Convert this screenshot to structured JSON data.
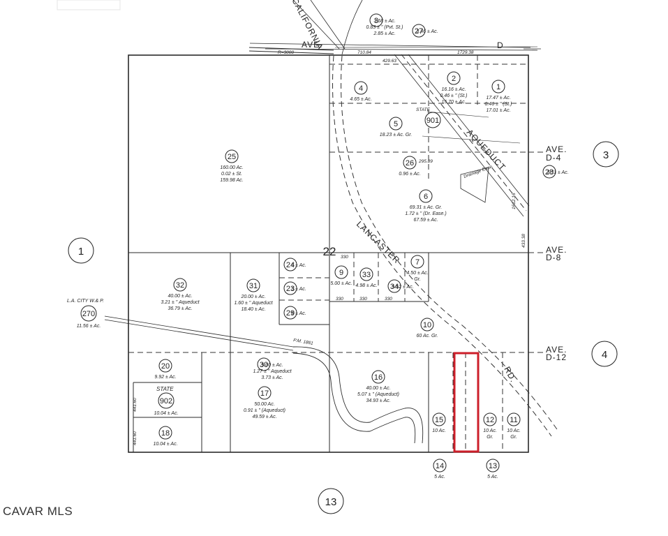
{
  "roads": {
    "california": "CALIFORNIA",
    "ave_d_left": "AVE.",
    "ave_d_right": "D",
    "aqueduct": "AQUEDUCT",
    "state_label": "STATE",
    "lancaster": "LANCASTER",
    "rd": "RD.",
    "ave_d4_ave": "AVE.",
    "ave_d4": "D-4",
    "ave_d8_ave": "AVE.",
    "ave_d8": "D-8",
    "ave_d12_ave": "AVE.",
    "ave_d12": "D-12",
    "r3000": "R=3000"
  },
  "section_number": "22",
  "adjacent_sections": {
    "north_east": "3",
    "west": "1",
    "south_east": "4",
    "south": "13"
  },
  "parcels": [
    {
      "num": "25",
      "lines": [
        "160.00 Ac.",
        "0.02 ± St.",
        "159.98 Ac."
      ]
    },
    {
      "num": "4",
      "lines": [
        "4.65 ± Ac."
      ]
    },
    {
      "num": "2",
      "lines": [
        "16.16 ± Ac.",
        "0.46 ± \" (St.)",
        "15.70 ± Ac."
      ]
    },
    {
      "num": "1",
      "lines": [
        "17.47 ± Ac.",
        "0.46 ± \" (St.)",
        "17.01 ± Ac."
      ]
    },
    {
      "num": "3",
      "lines": [
        "3.68 ± Ac.",
        "0.83 ± \" (Pvt. St.)",
        "2.85 ± Ac."
      ]
    },
    {
      "num": "27",
      "lines": [
        "3.46 ± Ac."
      ]
    },
    {
      "num": "5",
      "lines": [
        "18.23 ± Ac. Gr."
      ]
    },
    {
      "num": "901",
      "lines": []
    },
    {
      "num": "26",
      "lines": [
        "0.96 ± Ac."
      ]
    },
    {
      "num": "28",
      "lines": [
        "3.31 ± Ac."
      ]
    },
    {
      "num": "6",
      "lines": [
        "69.31 ± Ac. Gr.",
        "1.72 ± \" (Dr. Ease.)",
        "67.59 ± Ac."
      ]
    },
    {
      "num": "24",
      "lines": [
        "5 ± Ac."
      ]
    },
    {
      "num": "23",
      "lines": [
        "5 ± Ac."
      ]
    },
    {
      "num": "29",
      "lines": [
        "5 ± Ac."
      ]
    },
    {
      "num": "9",
      "lines": [
        "5.00 ± Ac."
      ]
    },
    {
      "num": "33",
      "lines": [
        "4.98 ± Ac."
      ]
    },
    {
      "num": "34",
      "lines": [
        "5.52 ± Ac."
      ]
    },
    {
      "num": "7",
      "lines": [
        "4.50 ± Ac.",
        "Gr."
      ]
    },
    {
      "num": "32",
      "lines": [
        "40.00 ± Ac.",
        "3.21 ± \" Aqueduct",
        "36.79 ± Ac."
      ]
    },
    {
      "num": "31",
      "lines": [
        "20.00 ± Ac.",
        "1.60 ± \" Aqueduct",
        "18.40 ± Ac."
      ]
    },
    {
      "num": "270",
      "lines": [
        "11.56 ± Ac."
      ]
    },
    {
      "num": "10",
      "lines": [
        "60 Ac. Gr."
      ]
    },
    {
      "num": "20",
      "lines": [
        "9.92 ± Ac."
      ]
    },
    {
      "num": "902",
      "lines": [
        "10.04 ± Ac."
      ]
    },
    {
      "num": "18",
      "lines": [
        "10.04 ± Ac."
      ]
    },
    {
      "num": "30",
      "lines": [
        "5.00 ± Ac.",
        "1.27 ± \" Aqueduct",
        "3.73 ± Ac."
      ]
    },
    {
      "num": "17",
      "lines": [
        "50.00 Ac.",
        "0.91 ± \" (Aqueduct)",
        "49.59 ± Ac."
      ]
    },
    {
      "num": "16",
      "lines": [
        "40.00 ± Ac.",
        "5.07 ± \" (Aqueduct)",
        "34.93 ± Ac."
      ]
    },
    {
      "num": "15",
      "lines": [
        "10 Ac."
      ]
    },
    {
      "num": "12",
      "lines": [
        "10 Ac.",
        "Gr."
      ]
    },
    {
      "num": "11",
      "lines": [
        "10 Ac.",
        "Gr."
      ]
    },
    {
      "num": "14",
      "lines": [
        "5 Ac."
      ]
    },
    {
      "num": "13",
      "lines": [
        "5 Ac."
      ]
    }
  ],
  "labels": {
    "la_city": "L.A. CITY W.& P.",
    "state_902": "STATE",
    "state_901": "STATE",
    "pm": "P.M. 1861",
    "drainage": "Drainage Ease."
  },
  "dims": {
    "d1": "710.84",
    "d2": "1729.38",
    "d3": "429.63",
    "d4": "295.89",
    "d5": "330",
    "d6": "330",
    "d7": "330",
    "d8": "330",
    "d9": "433.38",
    "d10": "1612.16",
    "d11": "441.60",
    "d12": "441.60"
  },
  "brand": "CAVAR MLS",
  "highlight_color": "#cc1f2a"
}
